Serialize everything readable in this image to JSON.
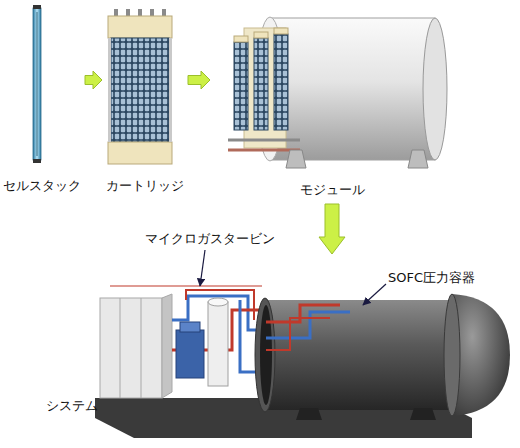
{
  "diagram": {
    "nodes": [
      {
        "text": [
          "セルスタック"
        ]
      },
      {
        "text": [
          "カートリッジ"
        ]
      },
      {
        "text": [
          "モジュール"
        ]
      },
      {
        "text": [
          "システム"
        ]
      }
    ],
    "edges": [
      {
        "from": 0,
        "to": 1,
        "arrow": "to"
      },
      {
        "from": 1,
        "to": 2,
        "arrow": "to"
      },
      {
        "from": 2,
        "to": 3,
        "arrow": "to"
      }
    ],
    "labels": [
      "マイクロガスタービン",
      "SOFC圧力容器"
    ]
  }
}
